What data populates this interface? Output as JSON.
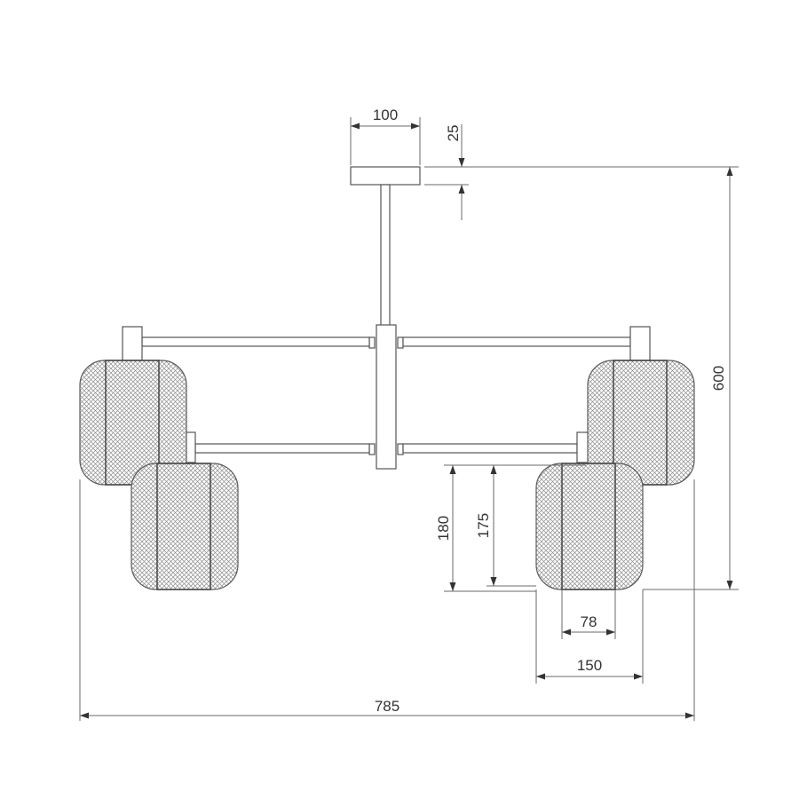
{
  "dimensions": {
    "canopy_width": "100",
    "canopy_height": "25",
    "total_height": "600",
    "shade_height_outer": "180",
    "shade_height_inner": "175",
    "shade_core_width": "78",
    "shade_width": "150",
    "total_width": "785"
  },
  "colors": {
    "line": "#6a6a6a",
    "mesh": "#8c8c8c",
    "text": "#333333"
  }
}
